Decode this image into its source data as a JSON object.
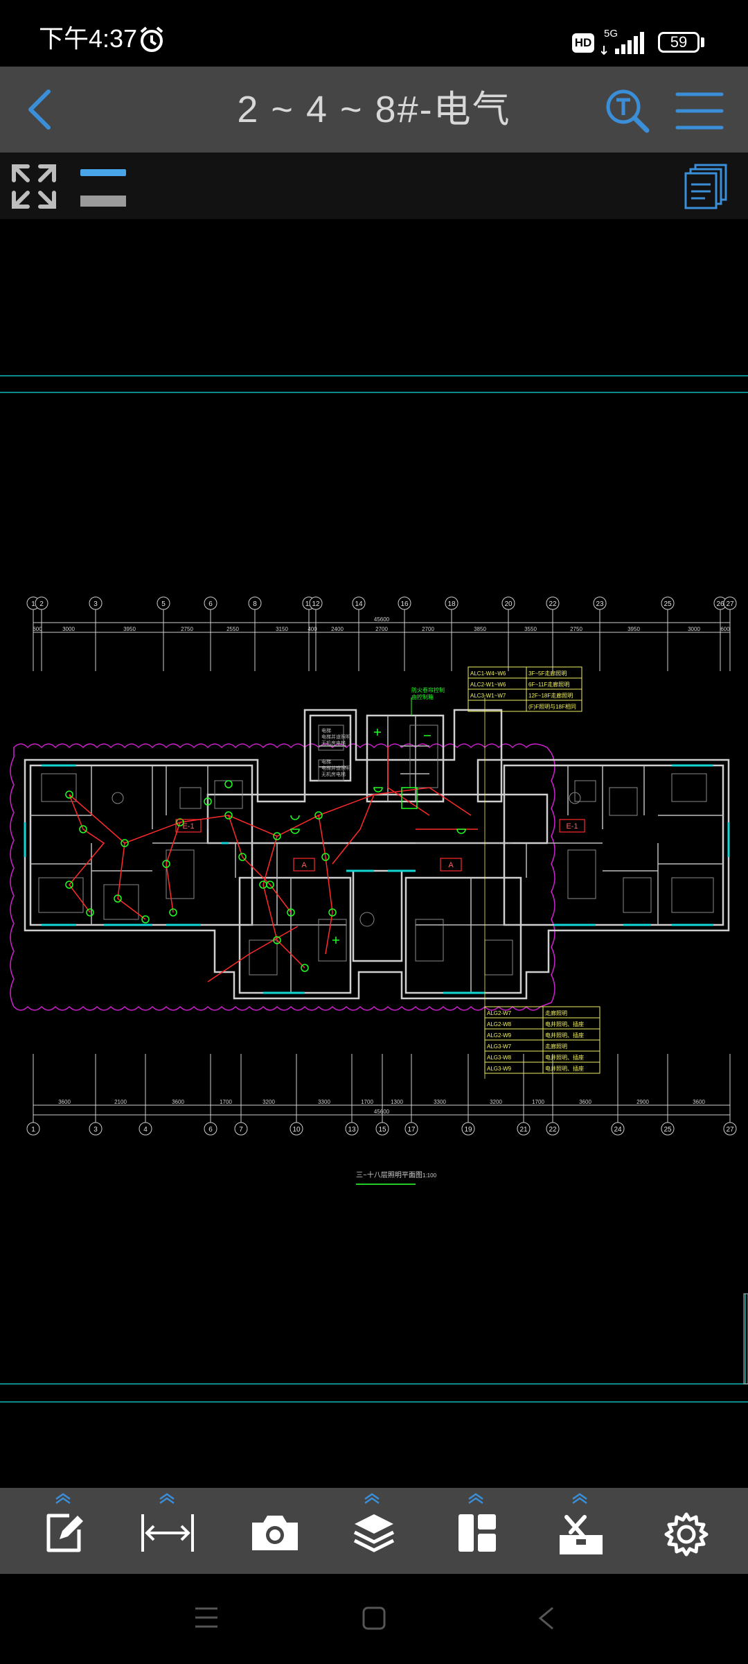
{
  "status_bar": {
    "time": "下午4:37",
    "hd_badge": "HD",
    "network": "5G",
    "battery": "59"
  },
  "header": {
    "title": "2 ~ 4 ~ 8#-电气"
  },
  "drawing": {
    "grid_top": [
      "1",
      "2",
      "3",
      "5",
      "6",
      "8",
      "11",
      "12",
      "14",
      "16",
      "18",
      "20",
      "22",
      "23",
      "25",
      "26",
      "27"
    ],
    "dims_top": [
      "600",
      "3000",
      "3950",
      "2750",
      "2550",
      "3150",
      "400",
      "2400",
      "2700",
      "2700",
      "3850",
      "3550",
      "2750",
      "3950",
      "3000",
      "600"
    ],
    "total_top": "45600",
    "grid_bottom": [
      "1",
      "3",
      "4",
      "6",
      "7",
      "10",
      "13",
      "15",
      "17",
      "19",
      "21",
      "22",
      "24",
      "25",
      "27"
    ],
    "dims_bottom": [
      "3600",
      "2100",
      "3600",
      "1700",
      "3200",
      "3300",
      "1700",
      "1300",
      "3300",
      "3200",
      "1700",
      "3600",
      "2900",
      "3600"
    ],
    "total_bottom": "45600",
    "legend_top": [
      [
        "ALC1-W4~W6",
        "3F~5F走廊照明"
      ],
      [
        "ALC2-W1~W6",
        "6F~11F走廊照明"
      ],
      [
        "ALC3-W1~W7",
        "12F~18F走廊照明"
      ],
      [
        "",
        "(F)F照明与18F相同"
      ]
    ],
    "legend_bottom": [
      [
        "ALG2-W7",
        "走廊照明"
      ],
      [
        "ALG2-W8",
        "电井照明、插座"
      ],
      [
        "ALG2-W9",
        "电井照明、插座"
      ],
      [
        "ALG3-W7",
        "走廊照明"
      ],
      [
        "ALG3-W8",
        "电井照明、插座"
      ],
      [
        "ALG3-W9",
        "电井照明、插座"
      ]
    ],
    "note_label": "防火卷帘控制\n由控制箱",
    "elevator_note_1": "电梯\n电梯并道照明\n无机房电梯",
    "elevator_note_2": "电梯\n电梯并道照明\n无机房电梯",
    "box_labels": [
      "E-1",
      "E-1",
      "A",
      "A"
    ],
    "plan_title": "三~十八层照明平面图",
    "plan_scale": "1:100"
  },
  "icons": {
    "back": "chevron-left-icon",
    "search": "text-search-icon",
    "menu": "hamburger-menu-icon",
    "fullscreen": "fullscreen-icon",
    "pages": "layout-pages-icon",
    "tools": [
      "edit-icon",
      "measure-icon",
      "camera-icon",
      "layers-icon",
      "layout-icon",
      "toolbox-icon",
      "settings-icon"
    ]
  },
  "colors": {
    "accent": "#3a8fd8",
    "title_bg": "#454545",
    "canvas_bg": "#000000",
    "cad_wall": "#cfcfcf",
    "cad_wire": "#ff2a2a",
    "cad_device": "#22ff22",
    "cad_cloud": "#d020d0",
    "cad_cyan": "#12d8d8",
    "cad_yellow": "#f0f060"
  }
}
